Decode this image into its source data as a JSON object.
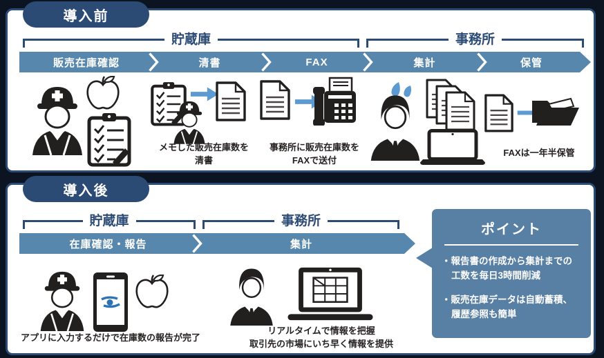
{
  "colors": {
    "page_background": "#0c1422",
    "navy": "#2b4a74",
    "band_blue": "#5787ac",
    "point_box_blue": "#587fa4",
    "light_arrow_blue": "#5b9bd1",
    "icon_black": "#221f1f",
    "app_logo_blue": "#2e74b5",
    "panel_background": "#ffffff"
  },
  "before": {
    "badge": "導入前",
    "zone_storage": "貯蔵庫",
    "zone_office": "事務所",
    "steps": [
      "販売在庫確認",
      "清書",
      "FAX",
      "集計",
      "保管"
    ],
    "caption_seisho": "メモした販売在庫数を\n清書",
    "caption_fax": "事務所に販売在庫数を\nFAXで送付",
    "caption_hokan": "FAXは一年半保管"
  },
  "after": {
    "badge": "導入後",
    "zone_storage": "貯蔵庫",
    "zone_office": "事務所",
    "steps": [
      "在庫確認・報告",
      "集計"
    ],
    "caption_app": "アプリに入力するだけで在庫数の報告が完了",
    "caption_realtime": "リアルタイムで情報を把握\n取引先の市場にいち早く情報を提供",
    "point": {
      "title": "ポイント",
      "bullets": [
        "・報告書の作成から集計までの工数を毎日3時間削減",
        "・販売在庫データは自動蓄積、履歴参照も簡単"
      ]
    }
  },
  "icons": [
    "worker-icon",
    "apple-icon",
    "checklist-icon",
    "clipboard-icon",
    "document-icon",
    "documents-stack-icon",
    "fax-machine-icon",
    "office-worker-icon",
    "sweat-drops-icon",
    "laptop-icon",
    "laptop-spreadsheet-icon",
    "folder-icon",
    "smartphone-icon",
    "app-logo-icon",
    "arrow-right-icon",
    "chevron-separator-icon"
  ]
}
